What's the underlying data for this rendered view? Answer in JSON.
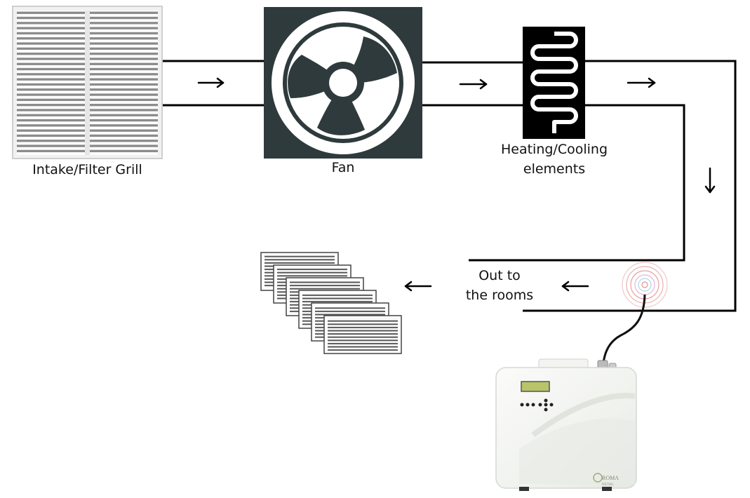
{
  "labels": {
    "intake": "Intake/Filter Grill",
    "fan": "Fan",
    "heating_line1": "Heating/Cooling",
    "heating_line2": "elements",
    "out_line1": "Out to",
    "out_line2": "the rooms"
  },
  "device_logo": {
    "line1": "ROMA",
    "line2": "RETAIL"
  },
  "colors": {
    "line": "#000000",
    "fan_bg": "#2f3a3c",
    "fan_fg": "#ffffff",
    "grill_frame": "#f2f2f2",
    "grill_slat": "#7a7a7a",
    "device_body": "#f4f5f2",
    "device_display": "#b9c36a",
    "emitter_ring": "#e8a0a0"
  },
  "icons": {
    "intake": "air-grill-icon",
    "fan": "fan-icon",
    "heating": "heating-coil-icon",
    "vents": "vent-grills-icon",
    "emitter": "scent-emitter-icon",
    "device": "aroma-diffuser-device"
  }
}
